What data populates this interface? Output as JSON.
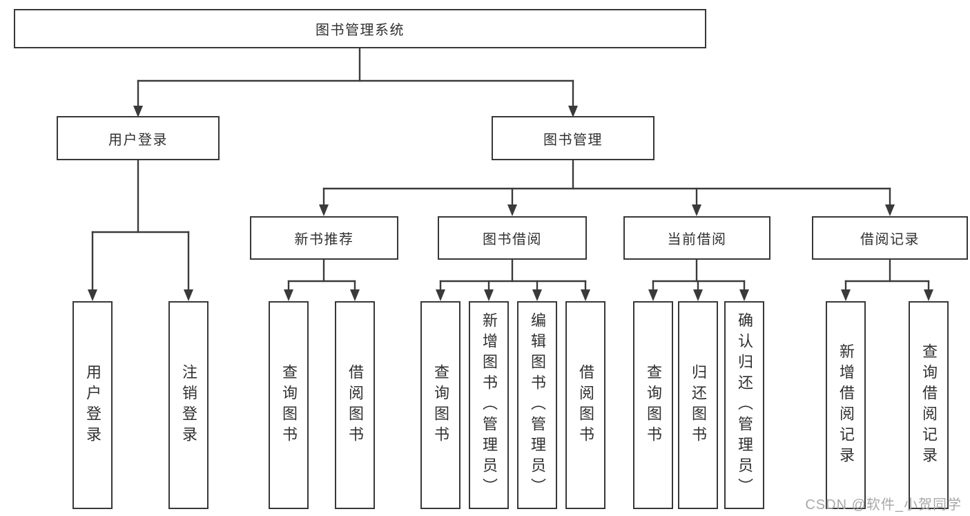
{
  "diagram": {
    "root": {
      "label": "图书管理系统"
    },
    "level2": [
      {
        "label": "用户登录",
        "children": [
          "用户登录",
          "注销登录"
        ]
      },
      {
        "label": "图书管理"
      }
    ],
    "level3": [
      {
        "label": "新书推荐",
        "children": [
          "查询图书",
          "借阅图书"
        ]
      },
      {
        "label": "图书借阅",
        "children": [
          "查询图书",
          "新增图书（管理员）",
          "编辑图书（管理员）",
          "借阅图书"
        ]
      },
      {
        "label": "当前借阅",
        "children": [
          "查询图书",
          "归还图书",
          "确认归还（管理员）"
        ]
      },
      {
        "label": "借阅记录",
        "children": [
          "新增借阅记录",
          "查询借阅记录"
        ]
      }
    ],
    "watermark": "CSDN @软件_小贺同学",
    "colors": {
      "background": "#ffffff",
      "line": "#3a3a3a",
      "box_border": "#373737",
      "text": "#303030",
      "watermark": "#a8a8a8"
    }
  }
}
